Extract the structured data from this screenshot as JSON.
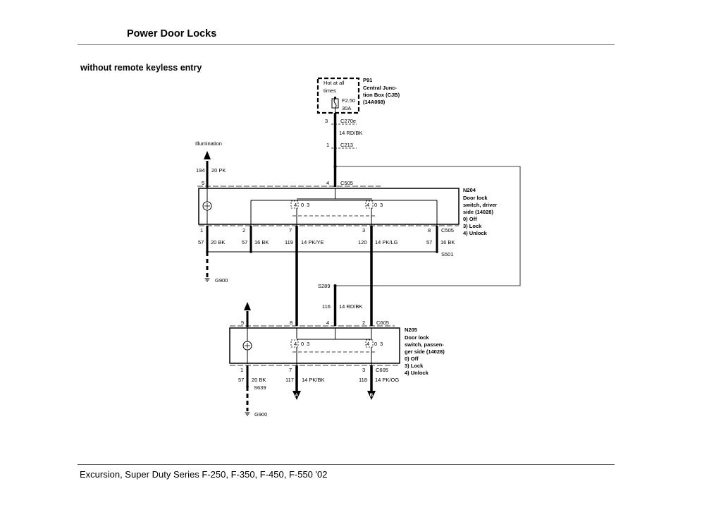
{
  "page": {
    "title": "Power Door Locks",
    "subtitle": "without remote keyless entry",
    "footer": "Excursion, Super Duty Series F-250, F-350, F-450, F-550 '02"
  },
  "cjb": {
    "hot_line1": "Hot at all",
    "hot_line2": "times",
    "fuse_id": "F2.50",
    "fuse_rating": "30A",
    "ref": "P91",
    "name_lines": [
      "Central Junc-",
      "tion Box (CJB)",
      "(14A068)"
    ]
  },
  "wires": {
    "c270e_pin": "3",
    "c270e": "C270e",
    "feed_wire": "14 RD/BK",
    "c213_pin": "1",
    "c213": "C213",
    "illumination": "Illumination",
    "illum_circuit": "194",
    "illum_wire": "20 PK",
    "c505_top_pin5": "5",
    "c505_top_pin4": "4",
    "c505": "C505",
    "s289": "S289",
    "passenger_feed_circuit": "116",
    "passenger_feed_wire": "14 RD/BK",
    "s501": "S501",
    "g900_upper": "G900",
    "s639": "S639",
    "g900_lower": "G900",
    "c605": "C605",
    "connector_A": "A",
    "connector_B": "B"
  },
  "driver_switch": {
    "ref": "N204",
    "name_lines": [
      "Door lock",
      "switch, driver",
      "side (14028)"
    ],
    "modes": [
      "0)   Off",
      "3)   Lock",
      "4)   Unlock"
    ],
    "contact_left": [
      "4",
      "0",
      "3"
    ],
    "contact_right": [
      "4",
      "0",
      "3"
    ],
    "bottom_pins": [
      "1",
      "2",
      "7",
      "3",
      "8"
    ],
    "bottom_connector": "C505",
    "circuits": [
      "57",
      "57",
      "119",
      "120",
      "57"
    ],
    "wire_colors": [
      "20 BK",
      "16 BK",
      "14 PK/YE",
      "14 PK/LG",
      "16 BK"
    ]
  },
  "passenger_switch": {
    "ref": "N205",
    "name_lines": [
      "Door lock",
      "switch, passen-",
      "ger side (14028)"
    ],
    "modes": [
      "0)   Off",
      "3)   Lock",
      "4)   Unlock"
    ],
    "top_pins": [
      "5",
      "8",
      "4",
      "2"
    ],
    "top_connector": "C605",
    "contact_left": [
      "4",
      "0",
      "3"
    ],
    "contact_right": [
      "4",
      "0",
      "3"
    ],
    "bottom_pins": [
      "1",
      "7",
      "3"
    ],
    "bottom_connector": "C605",
    "circuits": [
      "57",
      "117",
      "118"
    ],
    "wire_colors": [
      "20 BK",
      "14 PK/BK",
      "14 PK/OG"
    ]
  }
}
